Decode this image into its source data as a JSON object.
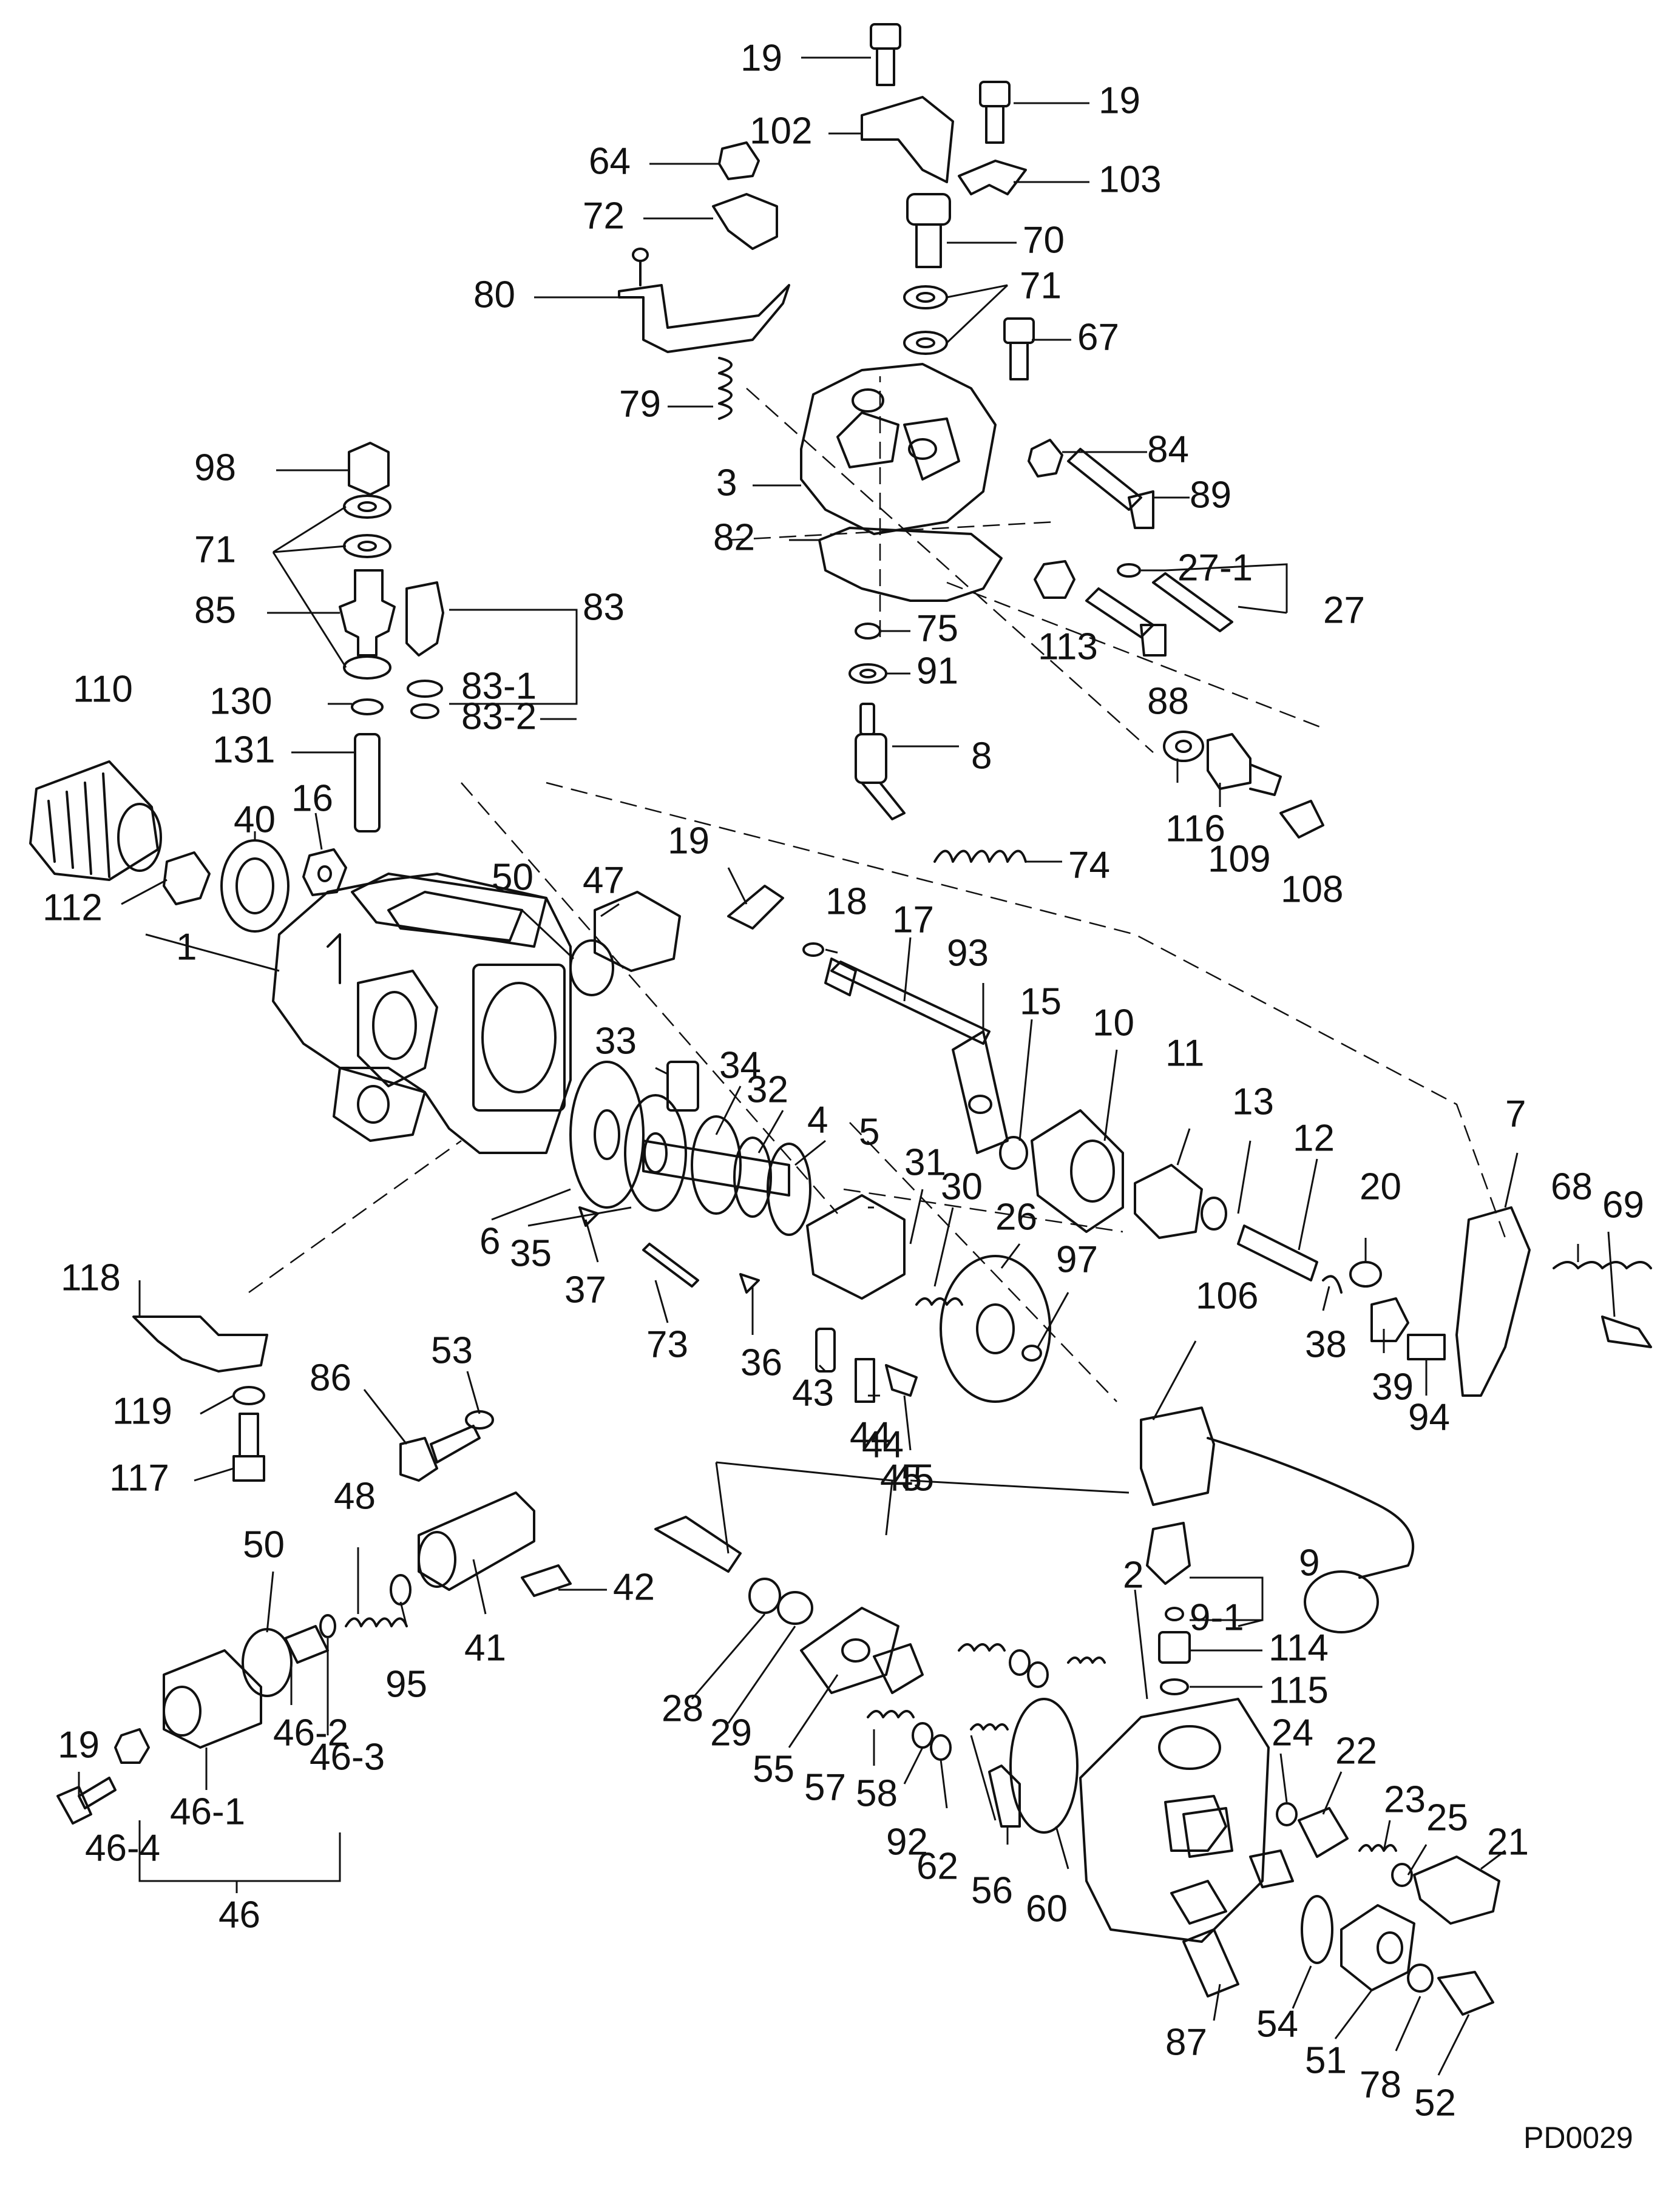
{
  "drawing_code": "PD0029",
  "callouts": [
    "19",
    "102",
    "19",
    "64",
    "103",
    "72",
    "70",
    "80",
    "71",
    "67",
    "79",
    "84",
    "3",
    "89",
    "82",
    "27-1",
    "27",
    "113",
    "75",
    "91",
    "88",
    "8",
    "116",
    "109",
    "108",
    "74",
    "98",
    "71",
    "85",
    "83",
    "130",
    "83-1",
    "83-2",
    "131",
    "110",
    "40",
    "16",
    "112",
    "19",
    "50",
    "47",
    "18",
    "17",
    "93",
    "15",
    "10",
    "11",
    "1",
    "33",
    "34",
    "32",
    "4",
    "5",
    "31",
    "30",
    "26",
    "13",
    "12",
    "20",
    "7",
    "68",
    "69",
    "97",
    "6",
    "35",
    "37",
    "73",
    "36",
    "43",
    "44",
    "45",
    "38",
    "39",
    "94",
    "106",
    "118",
    "53",
    "86",
    "119",
    "117",
    "44",
    "45",
    "48",
    "50",
    "42",
    "41",
    "95",
    "9",
    "9-1",
    "2",
    "114",
    "115",
    "19",
    "46-2",
    "46-3",
    "28",
    "29",
    "55",
    "57",
    "58",
    "92",
    "62",
    "56",
    "60",
    "24",
    "22",
    "23",
    "25",
    "21",
    "46-4",
    "46-1",
    "46",
    "87",
    "54",
    "51",
    "78",
    "52"
  ]
}
